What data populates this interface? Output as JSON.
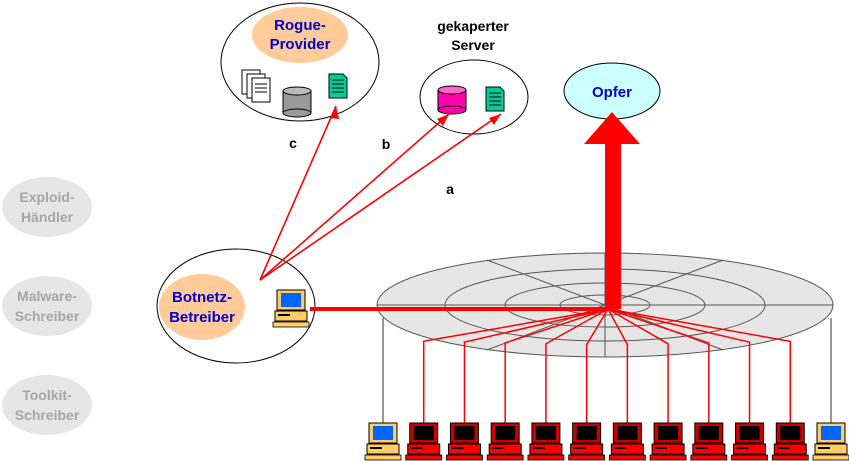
{
  "side_roles": [
    {
      "line1": "Exploid-",
      "line2": "Händler"
    },
    {
      "line1": "Malware-",
      "line2": "Schreiber"
    },
    {
      "line1": "Toolkit-",
      "line2": "Schreiber"
    }
  ],
  "rogue_provider": {
    "line1": "Rogue-",
    "line2": "Provider"
  },
  "hijacked_server": {
    "line1": "gekaperter",
    "line2": "Server"
  },
  "victim": "Opfer",
  "botnet_operator": {
    "line1": "Botnetz-",
    "line2": "Betreiber"
  },
  "arrow_labels": {
    "a": "a",
    "b": "b",
    "c": "c"
  },
  "colors": {
    "accent_red": "#ff0000",
    "label_blue": "#0000cc",
    "operator_fill": "#ffcc99",
    "victim_fill": "#ccffff",
    "role_fill": "#e6e6e6",
    "role_text": "#a6a6a6",
    "db_pink": "#ff00aa",
    "db_gray": "#999999"
  },
  "icons": [
    "document-stack-icon",
    "database-icon",
    "document-icon",
    "computer-icon"
  ],
  "bots": {
    "count": 12,
    "active_count": 10
  }
}
